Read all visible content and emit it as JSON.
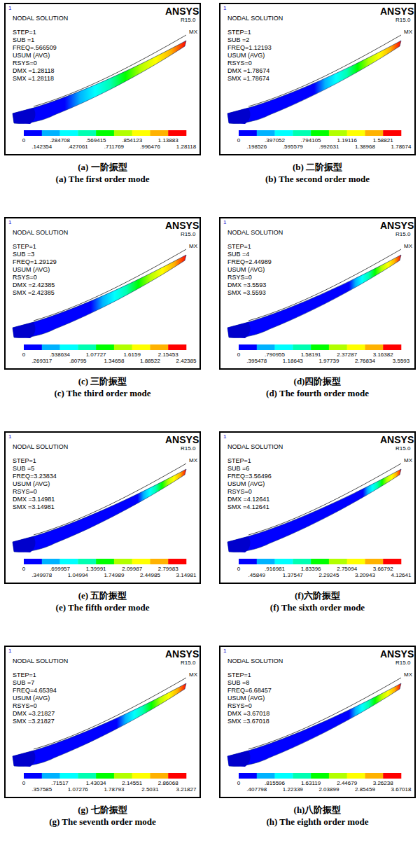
{
  "diagram": {
    "nodes": [
      {
        "text": [
          "1",
          "NODAL SOLUTION",
          "ANSYS",
          "R15.0",
          "STEP=1",
          "SUB =1",
          "FREQ=.566509",
          "USUM (AVG)",
          "RSYS=0",
          "DMX =1.28118",
          "SMX =1.28118",
          "MX",
          "0",
          ".284708",
          ".569415",
          ".854123",
          "1.13883",
          ".142354",
          ".427061",
          ".711769",
          ".996476",
          "1.28118",
          "(a) 一阶振型",
          "(a) The first order mode"
        ]
      },
      {
        "text": [
          "1",
          "NODAL SOLUTION",
          "ANSYS",
          "R15.0",
          "STEP=1",
          "SUB =2",
          "FREQ=1.12193",
          "USUM (AVG)",
          "RSYS=0",
          "DMX =1.78674",
          "SMX =1.78674",
          "MX",
          "0",
          ".397052",
          ".794105",
          "1.19116",
          "1.58821",
          ".198526",
          ".595579",
          ".992631",
          "1.38968",
          "1.78674",
          "(b) 二阶振型",
          "(b) The second order mode"
        ]
      },
      {
        "text": [
          "1",
          "NODAL SOLUTION",
          "ANSYS",
          "R15.0",
          "STEP=1",
          "SUB =3",
          "FREQ=1.29129",
          "USUM (AVG)",
          "RSYS=0",
          "DMX =2.42385",
          "SMX =2.42385",
          "MX",
          "0",
          ".538634",
          "1.07727",
          "1.6159",
          "2.15453",
          ".269317",
          ".80795",
          "1.34658",
          "1.88522",
          "2.42385",
          "(c) 三阶振型",
          "(c) The third order mode"
        ]
      },
      {
        "text": [
          "1",
          "NODAL SOLUTION",
          "ANSYS",
          "R15.0",
          "STEP=1",
          "SUB =4",
          "FREQ=2.44989",
          "USUM (AVG)",
          "RSYS=0",
          "DMX =3.5593",
          "SMX =3.5593",
          "MX",
          "0",
          ".790955",
          "1.58191",
          "2.37287",
          "3.16382",
          ".395478",
          "1.18643",
          "1.97739",
          "2.76834",
          "3.5593",
          "(d)四阶振型",
          "(d) The fourth order mode"
        ]
      },
      {
        "text": [
          "1",
          "NODAL SOLUTION",
          "ANSYS",
          "R15.0",
          "STEP=1",
          "SUB =5",
          "FREQ=3.23834",
          "USUM (AVG)",
          "RSYS=0",
          "DMX =3.14981",
          "SMX =3.14981",
          "MX",
          "0",
          ".699957",
          "1.39991",
          "2.09987",
          "2.79983",
          ".349978",
          "1.04994",
          "1.74989",
          "2.44985",
          "3.14981",
          "(e) 五阶振型",
          "(e) The fifth order mode"
        ]
      },
      {
        "text": [
          "1",
          "NODAL SOLUTION",
          "ANSYS",
          "R15.0",
          "STEP=1",
          "SUB =6",
          "FREQ=3.56496",
          "USUM (AVG)",
          "RSYS=0",
          "DMX =4.12641",
          "SMX =4.12641",
          "MX",
          "0",
          ".916981",
          "1.83396",
          "2.75094",
          "3.66792",
          ".45849",
          "1.37547",
          "2.29245",
          "3.20943",
          "4.12641",
          "(f)六阶振型",
          "(f) The sixth order mode"
        ]
      },
      {
        "text": [
          "1",
          "NODAL SOLUTION",
          "ANSYS",
          "R15.0",
          "STEP=1",
          "SUB =7",
          "FREQ=4.65394",
          "USUM (AVG)",
          "RSYS=0",
          "DMX =3.21827",
          "SMX =3.21827",
          "MX",
          "0",
          ".71517",
          "1.43034",
          "2.14551",
          "2.86068",
          ".357585",
          "1.07276",
          "1.78793",
          "2.5031",
          "3.21827",
          "(g) 七阶振型",
          "(g) The seventh order mode"
        ]
      },
      {
        "text": [
          "1",
          "NODAL SOLUTION",
          "ANSYS",
          "R15.0",
          "STEP=1",
          "SUB =8",
          "FREQ=6.68457",
          "USUM (AVG)",
          "RSYS=0",
          "DMX =3.67018",
          "SMX =3.67018",
          "MX",
          "0",
          ".815596",
          "1.63119",
          "2.44679",
          "3.26238",
          ".407798",
          "1.22339",
          "2.03899",
          "2.85459",
          "3.67018",
          "(h)八阶振型",
          "(h) The eighth order mode"
        ]
      }
    ]
  }
}
